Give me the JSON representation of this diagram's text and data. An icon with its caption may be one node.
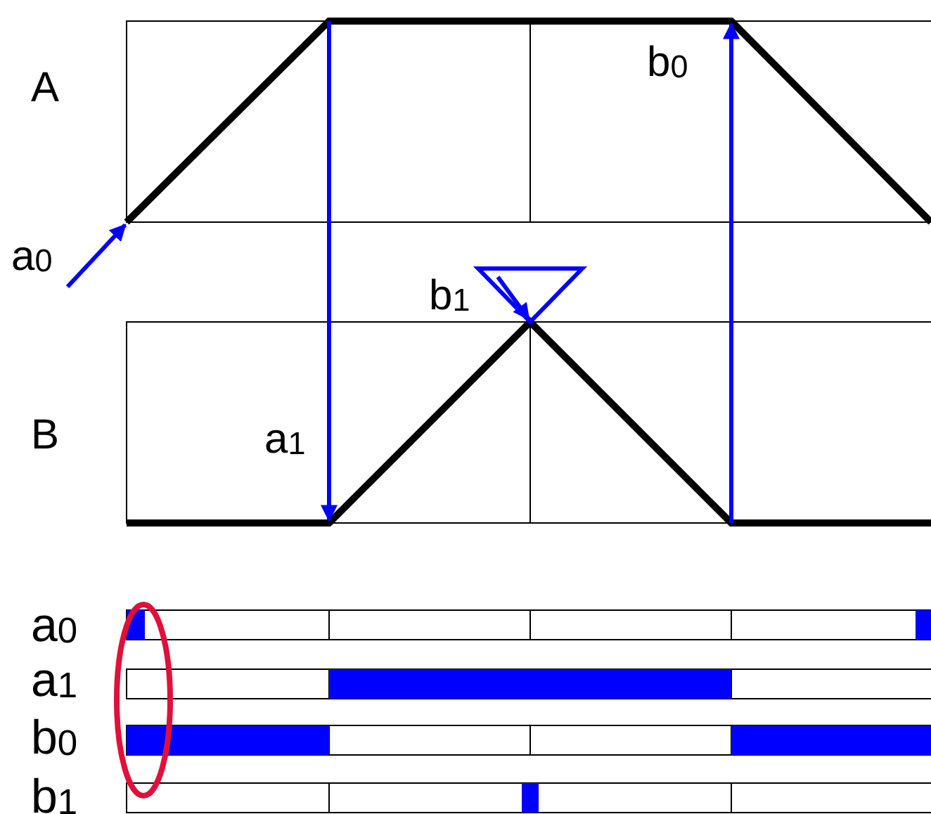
{
  "diagram": {
    "labels": [
      "A",
      "b$_{0}$",
      "a$_{0}$",
      "b$_{1}$",
      "B",
      "a$_{1}$",
      "a$_{0}$",
      "a$_{1}$",
      "b$_{0}$",
      "b$_{1}$"
    ]
  }
}
